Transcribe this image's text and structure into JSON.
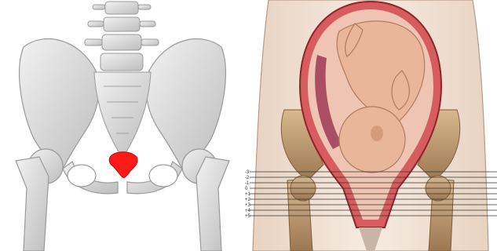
{
  "images": [
    {
      "name": "pelvis-coccyx-illustration",
      "colors": {
        "bone": "#d8d8d8",
        "bone_shadow": "#a8a8a8",
        "highlight": "#ff1a1a"
      }
    },
    {
      "name": "pregnant-uterus-pelvic-stations-illustration",
      "colors": {
        "skin": "#f2e2d4",
        "uterus": "#c8474a",
        "fetus": "#e9b79a",
        "bone": "#c9a57a"
      },
      "station_labels": [
        "-3",
        "-2",
        "-1",
        "0",
        "+1",
        "+2",
        "+3",
        "+4",
        "+5"
      ]
    }
  ]
}
